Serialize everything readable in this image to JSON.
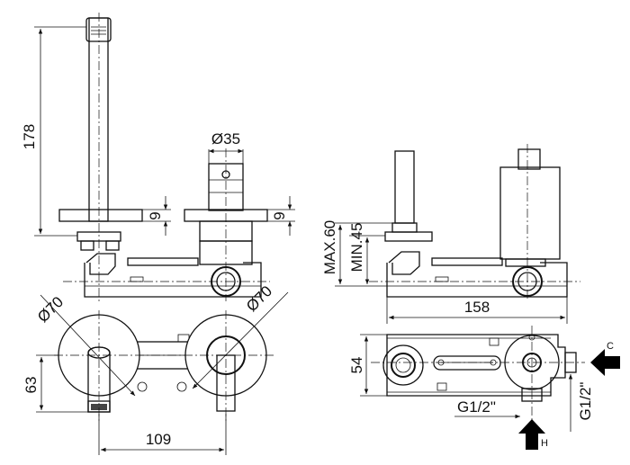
{
  "front_view": {
    "dim_height": "178",
    "dim_diameter": "Ø35",
    "dim_flange_left": "9",
    "dim_flange_right": "9"
  },
  "side_view": {
    "dim_max": "MAX.60",
    "dim_min": "MIN.45",
    "dim_width": "158"
  },
  "plan_view": {
    "dim_diameter_left": "Ø70",
    "dim_diameter_right": "Ø70",
    "dim_depth": "63",
    "dim_spacing": "109"
  },
  "body_view": {
    "dim_height": "54",
    "dim_thread_bottom": "G1/2\"",
    "dim_thread_side": "G1/2\"",
    "label_cold": "C",
    "label_hot": "H"
  }
}
